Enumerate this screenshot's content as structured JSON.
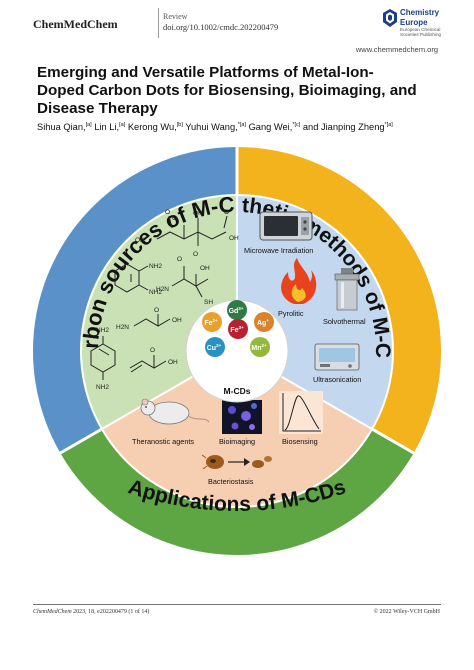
{
  "header": {
    "journal": "ChemMedChem",
    "article_type": "Review",
    "doi": "doi.org/10.1002/cmdc.202200479",
    "publisher_logo": {
      "line1": "Chemistry",
      "line2": "Europe",
      "tagline1": "European Chemical",
      "tagline2": "Societies Publishing",
      "color": "#1b3f86"
    },
    "website": "www.chemmedchem.org"
  },
  "article": {
    "title": "Emerging and Versatile Platforms of Metal-Ion-Doped Carbon Dots for Biosensing, Bioimaging, and Disease Therapy",
    "authors": [
      {
        "name": "Sihua Qian,",
        "aff": "[a]"
      },
      {
        "name": "Lin Li,",
        "aff": "[a]"
      },
      {
        "name": "Kerong Wu,",
        "aff": "[b]"
      },
      {
        "name": "Yuhui Wang,",
        "aff": "*[a]"
      },
      {
        "name": "Gang Wei,",
        "aff": "*[c]"
      },
      {
        "name": "and Jianping Zheng",
        "aff": "*[a]"
      }
    ]
  },
  "figure": {
    "sections": {
      "left": {
        "label": "Carbon sources of M-CDs",
        "color": "#5a91c9"
      },
      "right": {
        "label": "Synthetic methods of M-CDs",
        "color": "#f2b31c"
      },
      "bottom": {
        "label": "Applications of M-CDs",
        "color": "#5ea544"
      }
    },
    "inner_colors": {
      "carbon": "#c9e1b5",
      "synthesis": "#c3d8ee",
      "applications": "#f6cfb3"
    },
    "synthesis_items": [
      "Microwave Irradiation",
      "Pyrolitic",
      "Solvothermal",
      "Ultrasonication"
    ],
    "application_items": [
      "Theranostic agents",
      "Bioimaging",
      "Biosensing",
      "Bacteriostasis"
    ],
    "ions": [
      {
        "sym": "Gd",
        "charge": "3+",
        "color": "#2f7a45"
      },
      {
        "sym": "Ag",
        "charge": "+",
        "color": "#d8832e"
      },
      {
        "sym": "Mn",
        "charge": "2+",
        "color": "#93b93b"
      },
      {
        "sym": "Cu",
        "charge": "2+",
        "color": "#2a92c2"
      },
      {
        "sym": "Fe",
        "charge": "2+",
        "color": "#e7a12c"
      },
      {
        "sym": "Fe",
        "charge": "3+",
        "color": "#b8222e"
      }
    ],
    "center_label": "M-CDs",
    "chem_labels": {
      "oh": "OH",
      "o": "O",
      "h2n": "H2N",
      "nh2": "NH2",
      "sh": "SH"
    }
  },
  "footer": {
    "citation_journal": "ChemMedChem",
    "citation_rest": "2023, 18, e202200479 (1 of 14)",
    "copyright": "© 2022 Wiley-VCH GmbH"
  }
}
